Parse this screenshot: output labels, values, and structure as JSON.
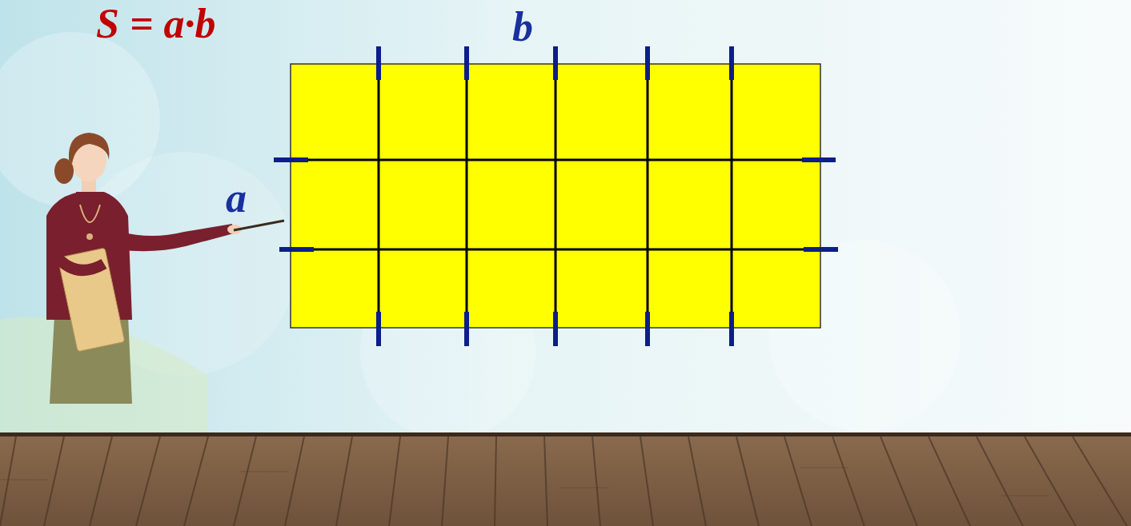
{
  "diagram": {
    "labels": [
      "S = a·b",
      "b",
      "a"
    ]
  }
}
